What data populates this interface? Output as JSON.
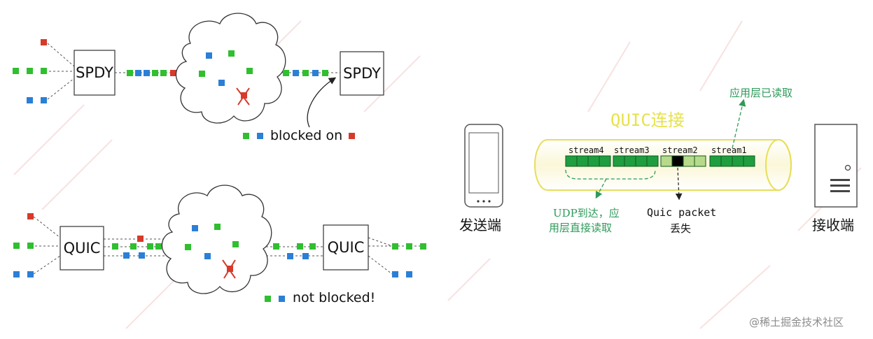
{
  "colors": {
    "green": "#2fbf2f",
    "blue": "#2b7fd6",
    "red": "#d63a2a",
    "tube_fill": "#fbf7d8",
    "tube_stroke": "#e7de5a",
    "stream_green": "#1f9e3f",
    "stream_light": "#b7d98a",
    "stream_lost": "#000000",
    "note_green": "#2e9a5a",
    "watermark_red": "#f0b8b8"
  },
  "icons": [
    "cloud",
    "lost-packet-x-icon",
    "phone-icon",
    "server-icon",
    "arrow-icon"
  ],
  "top_left": {
    "left_box": "SPDY",
    "right_box": "SPDY",
    "legend_text": "blocked on"
  },
  "bottom_left": {
    "left_box": "QUIC",
    "right_box": "QUIC",
    "legend_text": "not blocked!"
  },
  "right": {
    "title": "QUIC连接",
    "app_read_label": "应用层已读取",
    "streams": [
      "stream4",
      "stream3",
      "stream2",
      "stream1"
    ],
    "udp_note_line1": "UDP到达，应",
    "udp_note_line2": "用层直接读取",
    "lost_line1": "Quic packet",
    "lost_line2": "丢失",
    "sender": "发送端",
    "receiver": "接收端"
  },
  "watermark": "@稀土掘金技术社区"
}
